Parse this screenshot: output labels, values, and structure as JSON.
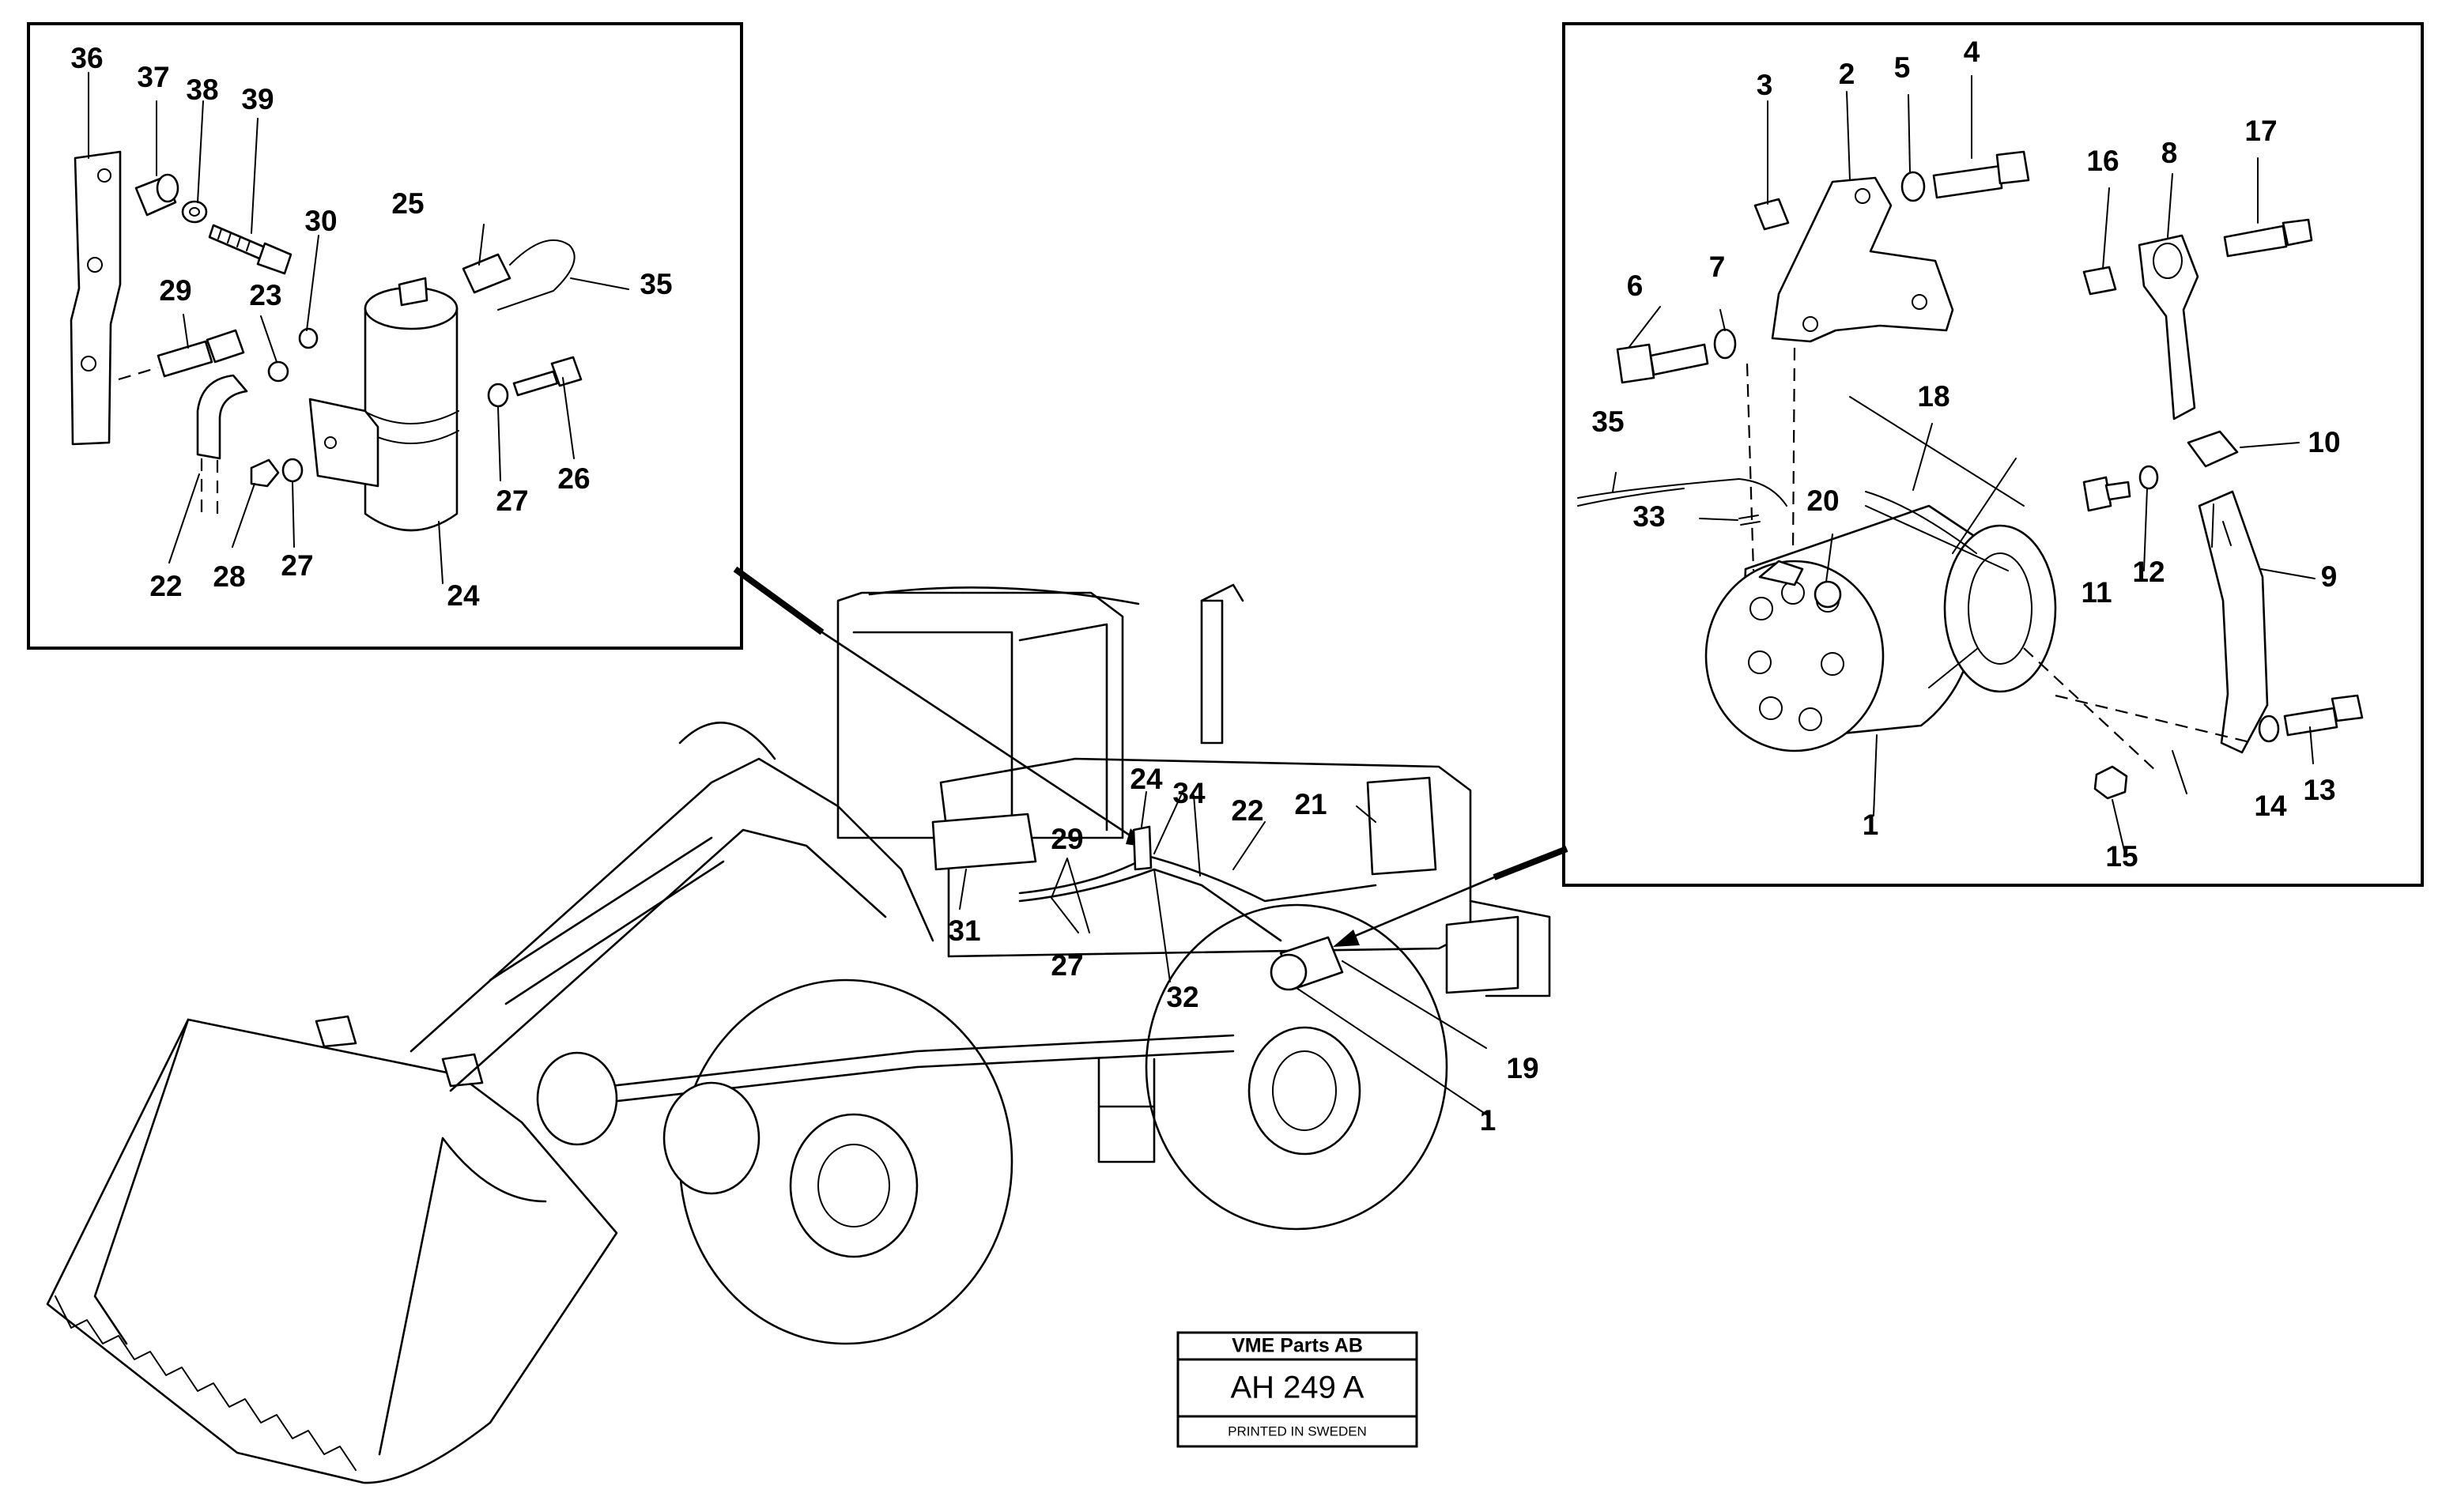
{
  "stamp": {
    "company": "VME Parts AB",
    "code": "AH 249 A",
    "printed": "PRINTED IN SWEDEN"
  },
  "callouts": {
    "c1a": "1",
    "c1b": "1",
    "c2": "2",
    "c3": "3",
    "c4": "4",
    "c5": "5",
    "c6": "6",
    "c7": "7",
    "c8": "8",
    "c9": "9",
    "c10": "10",
    "c11": "11",
    "c12": "12",
    "c13": "13",
    "c14": "14",
    "c15": "15",
    "c16": "16",
    "c17": "17",
    "c18": "18",
    "c19": "19",
    "c20": "20",
    "c21": "21",
    "c22a": "22",
    "c22b": "22",
    "c23": "23",
    "c24a": "24",
    "c24b": "24",
    "c25": "25",
    "c26": "26",
    "c27a": "27",
    "c27b": "27",
    "c27c": "27",
    "c28": "28",
    "c29a": "29",
    "c29b": "29",
    "c30": "30",
    "c31": "31",
    "c32": "32",
    "c33": "33",
    "c34": "34",
    "c35a": "35",
    "c35b": "35",
    "c36": "36",
    "c37": "37",
    "c38": "38",
    "c39": "39"
  }
}
